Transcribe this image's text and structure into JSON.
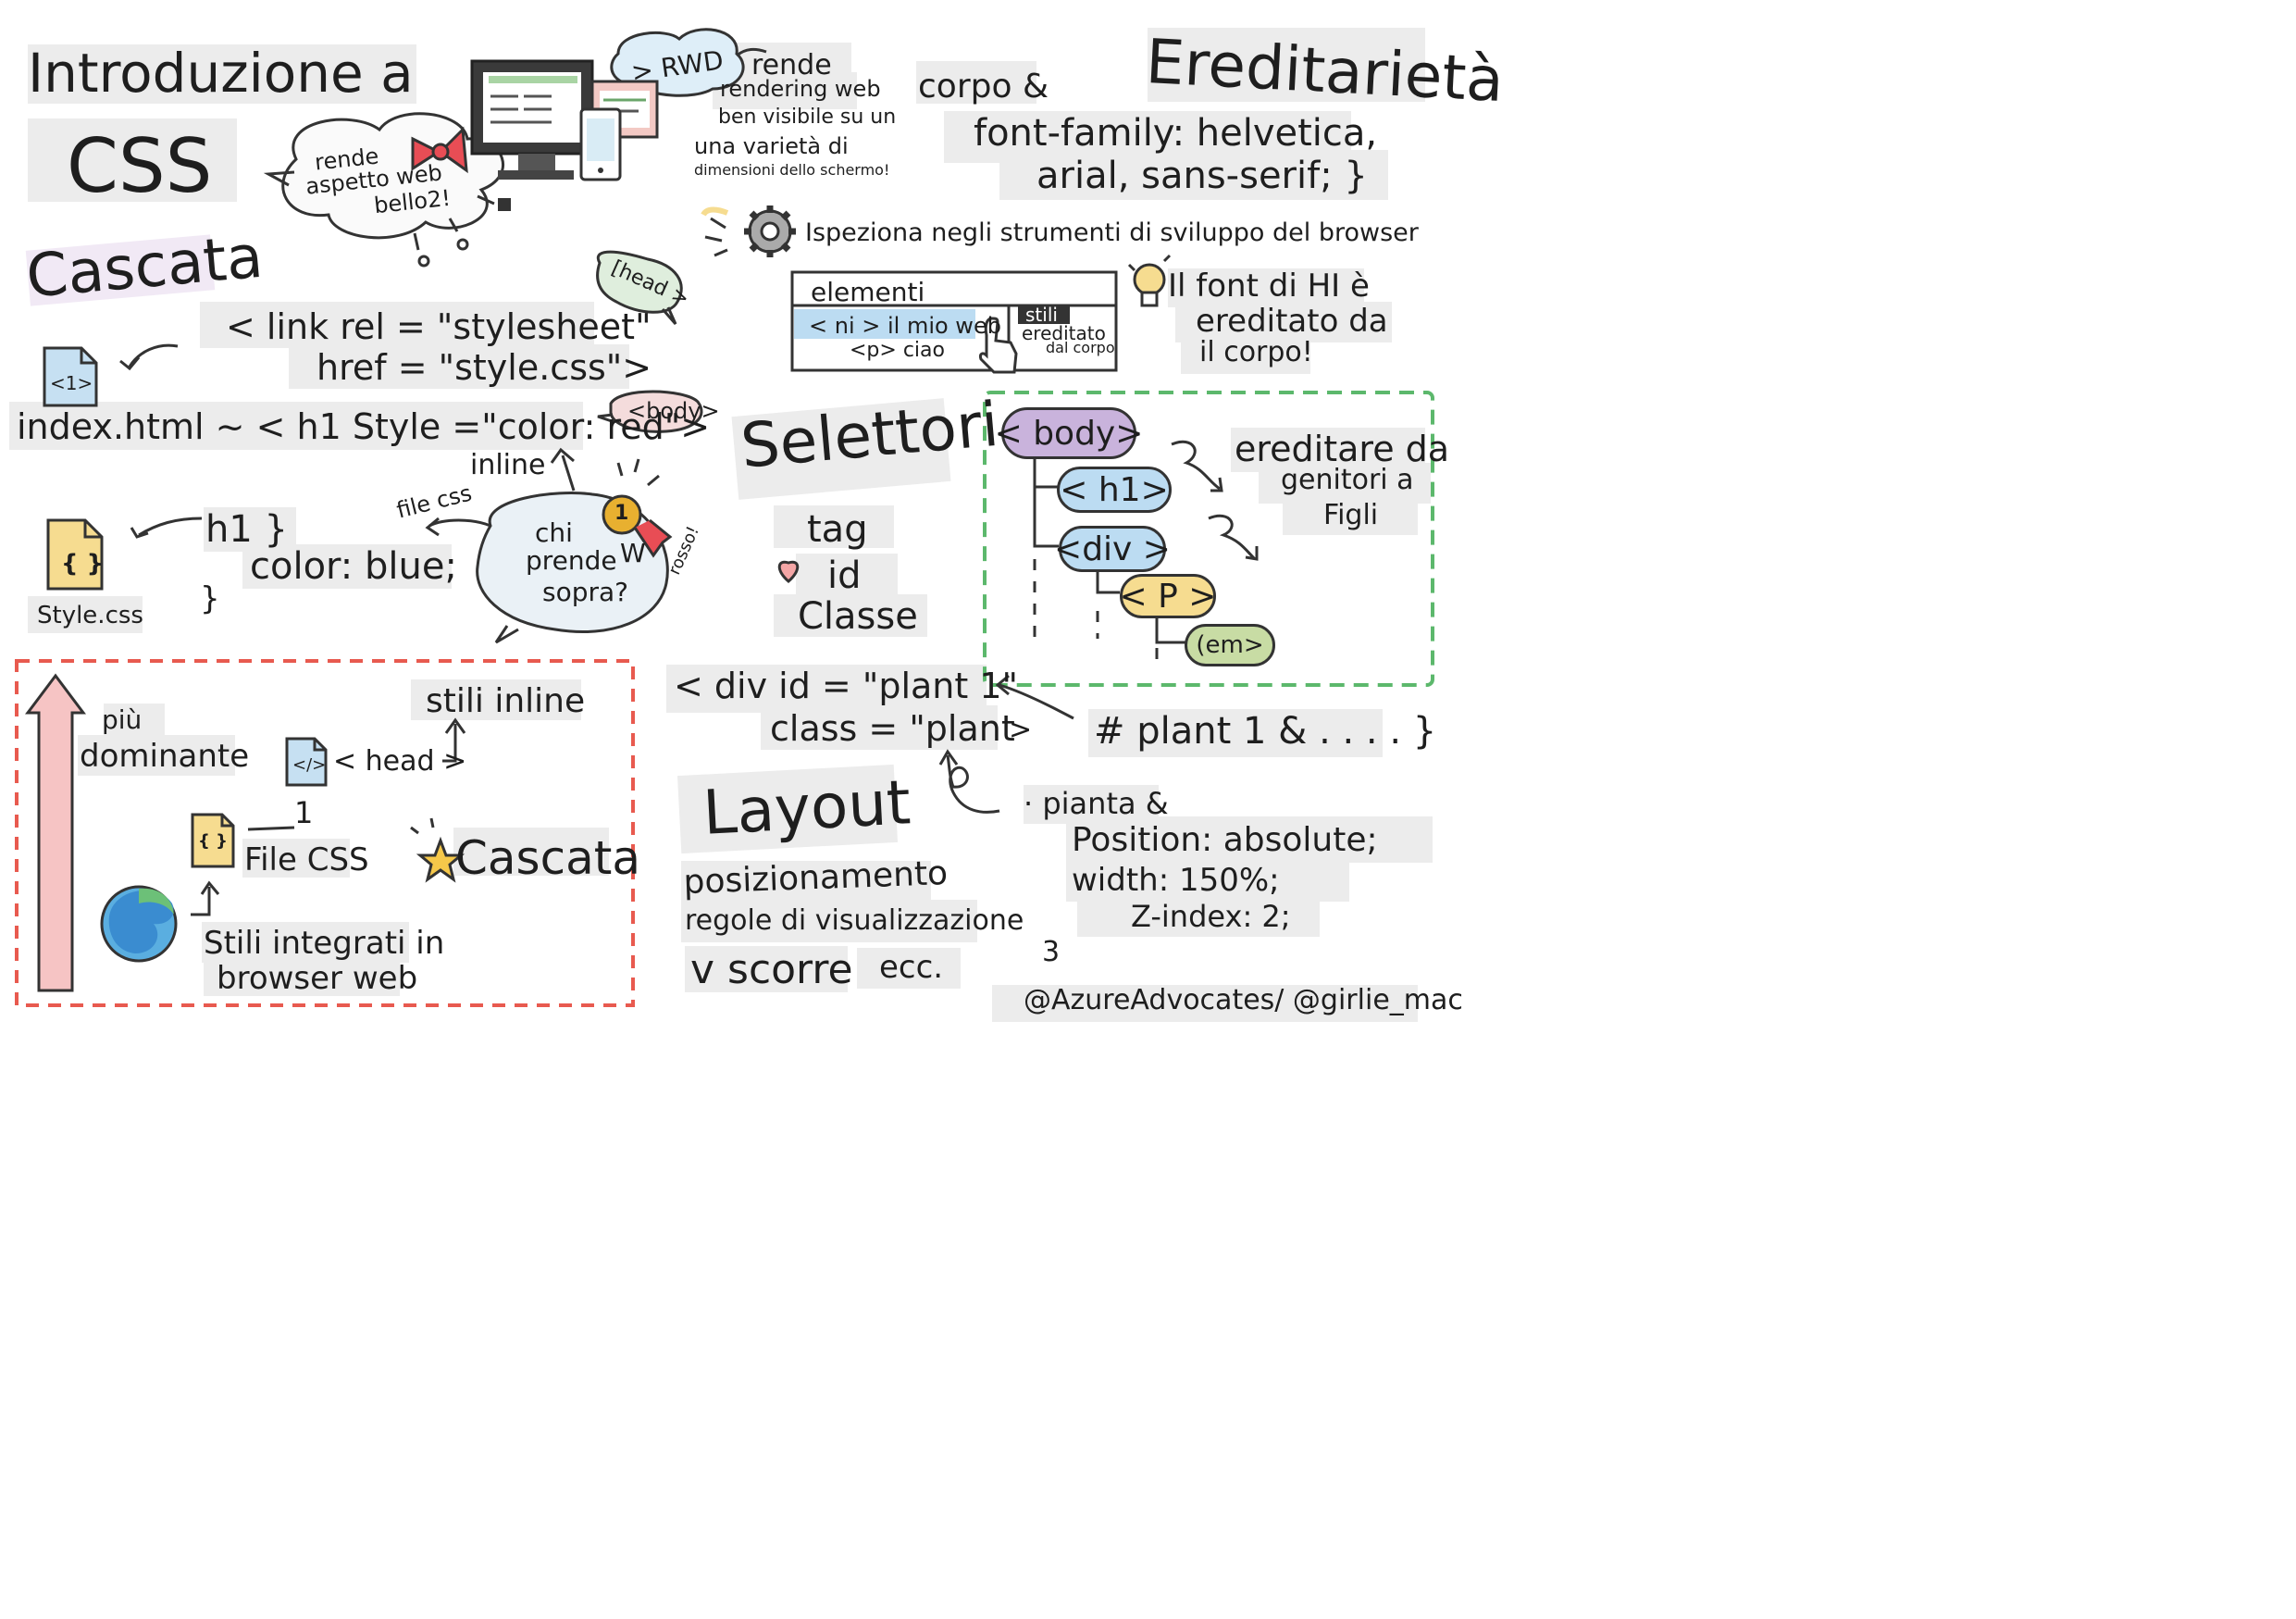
{
  "title": {
    "line1": "Introduzione a",
    "line2": "CSS"
  },
  "cascade_section": {
    "heading": "Cascata",
    "link_line1": "< link rel = \"stylesheet\"",
    "link_line2": "href = \"style.css\">",
    "index_line": "index.html ~ < h1 Style =\"color: red\">",
    "file_icon_label": "<1>",
    "head_bubble": "[head >",
    "body_bubble": "<body>",
    "inline_label": "inline",
    "file_css_label": "file css",
    "who_wins": [
      "chi",
      "prende",
      "sopra?"
    ],
    "medal_number": "1",
    "medal_letter": "W",
    "rosso_label": "rosso!",
    "css_rule": [
      "h1 }",
      "color: blue;",
      "}"
    ],
    "css_file_icon": "{ }",
    "style_file_label": "Style.css"
  },
  "beautiful_bubble": [
    "rende",
    "aspetto web",
    "bello2!"
  ],
  "rwd": {
    "bubble": "> RWD",
    "desc": [
      "rende",
      "rendering web",
      "ben visibile su un",
      "una varietà di",
      "dimensioni dello schermo!"
    ]
  },
  "inheritance": {
    "heading": "Ereditarietà",
    "line1": "corpo &",
    "line2": "font-family: helvetica,",
    "line3": "arial, sans-serif; }",
    "inspect_text": "Ispeziona negli strumenti di sviluppo del browser",
    "devtools": {
      "elements_tab": "elementi",
      "row1": "< ni > il mio web",
      "row2": "<p> ciao",
      "styles_tab": "stili",
      "inherited": "ereditato",
      "from_body": "dal corpo"
    },
    "tip": [
      "Il font di HI è",
      "ereditato da",
      "il corpo!"
    ]
  },
  "selectors": {
    "heading": "Selettori",
    "items": [
      "tag",
      "id",
      "Classe"
    ],
    "div_line1": "< div id = \"plant 1\"",
    "div_line2": "class = \"plant",
    "div_close": ">",
    "plant_rule": "# plant 1 & . . . . }",
    "plant_props": [
      "· pianta &",
      "Position: absolute;",
      "width: 150%;",
      "Z-index: 2;",
      "3"
    ]
  },
  "tree": {
    "nodes": [
      "< body>",
      "< h1>",
      "<div >",
      "< P >",
      "(em>"
    ],
    "desc": [
      "ereditare da",
      "genitori a",
      "Figli"
    ]
  },
  "layout": {
    "heading": "Layout",
    "items": [
      "posizionamento",
      "regole di visualizzazione",
      "v scorre",
      "ecc."
    ]
  },
  "priority": {
    "top_label": [
      "più",
      "dominante"
    ],
    "inline_styles": "stili inline",
    "head_label": "< head >",
    "number": "1",
    "file_css": "File CSS",
    "cascade": "Cascata",
    "browser_styles": [
      "Stili integrati in",
      "browser web"
    ],
    "head_icon": "</>",
    "css_icon": "{ }"
  },
  "credit": "@AzureAdvocates/ @girlie_mac",
  "colors": {
    "purple_node": "#c9b3dc",
    "blue_node": "#bcdcf2",
    "yellow_node": "#f6dc90",
    "green_node": "#c8dca4",
    "green_border": "#5cb86c",
    "red_border": "#e85a4f",
    "arrow_pink": "#f6c4c4",
    "bow_red": "#e84d55",
    "medal_gold": "#e8b030"
  }
}
